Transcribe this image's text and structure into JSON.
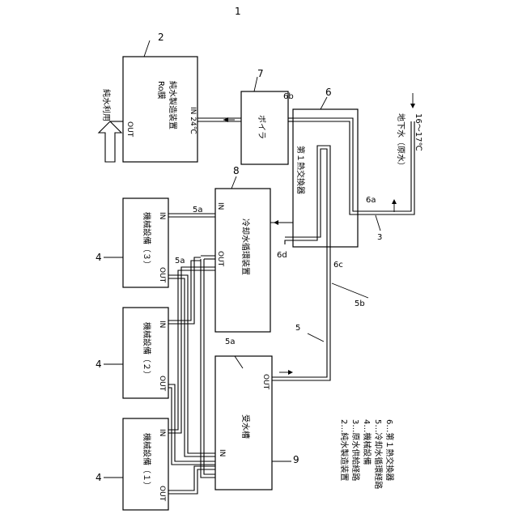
{
  "diagram": {
    "system_ref": "1",
    "ro_unit": {
      "ref": "2",
      "line1": "Ro膜",
      "line2": "純水製造装置",
      "out_label": "OUT",
      "in_label": "IN 24℃"
    },
    "pure_water_use": "純水利用",
    "boiler": {
      "ref": "7",
      "label": "ボイラ"
    },
    "heat_exchanger": {
      "ref": "6",
      "label": "第１熱交換器"
    },
    "groundwater": {
      "label": "地下水（原水）",
      "temp": "16～17℃"
    },
    "cooling_device": {
      "ref": "8",
      "label": "冷却水循環装置",
      "in_label": "IN",
      "out_label": "OUT"
    },
    "tank": {
      "ref": "9",
      "label": "受水槽",
      "in_label": "IN",
      "out_label": "OUT"
    },
    "machines": [
      {
        "ref": "4",
        "label": "機械設備（３）",
        "in_label": "IN",
        "out_label": "OUT"
      },
      {
        "ref": "4",
        "label": "機械設備（２）",
        "in_label": "IN",
        "out_label": "OUT"
      },
      {
        "ref": "4",
        "label": "機械設備（１）",
        "in_label": "IN",
        "out_label": "OUT"
      }
    ],
    "refs": {
      "r6a": "6a",
      "r6b": "6b",
      "r6c": "6c",
      "r6d": "6d",
      "r3": "3",
      "r5": "5",
      "r5a_1": "5a",
      "r5a_2": "5a",
      "r5a_3": "5a",
      "r5b": "5b"
    },
    "legend": [
      "2…純水製造装置",
      "3…原水供給経路",
      "4…機械設備",
      "5…冷却水循環経路",
      "6…第１熱交換器"
    ]
  }
}
